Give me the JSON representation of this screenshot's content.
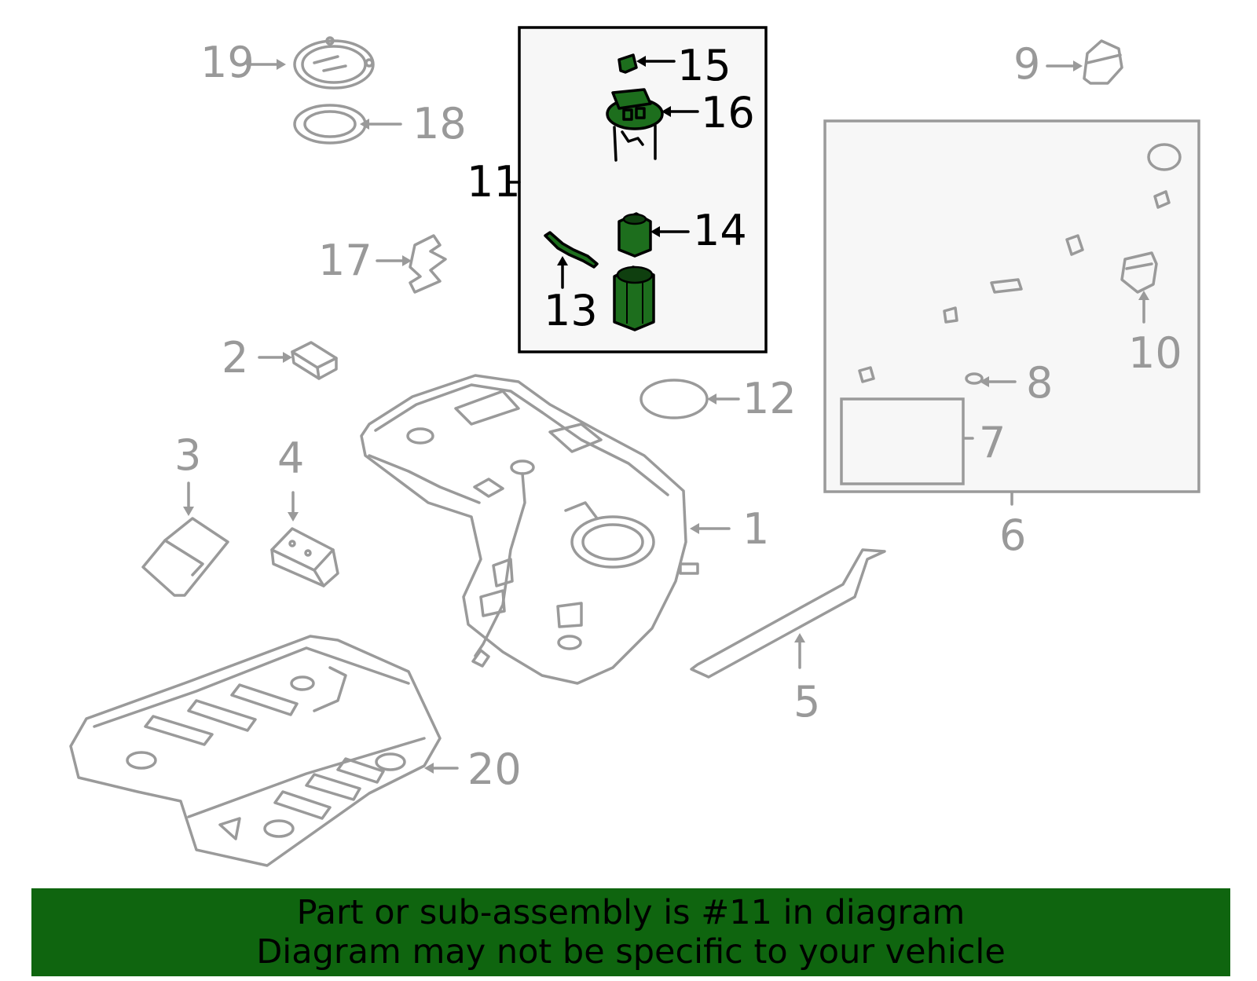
{
  "diagram": {
    "callouts": {
      "c1": "1",
      "c2": "2",
      "c3": "3",
      "c4": "4",
      "c5": "5",
      "c6": "6",
      "c7": "7",
      "c8": "8",
      "c9": "9",
      "c10": "10",
      "c11": "11",
      "c12": "12",
      "c13": "13",
      "c14": "14",
      "c15": "15",
      "c16": "16",
      "c17": "17",
      "c18": "18",
      "c19": "19",
      "c20": "20"
    },
    "highlight_color": "#1d6e1d",
    "inactive_color": "#999999"
  },
  "banner": {
    "line1": "Part or sub-assembly is #11 in diagram",
    "line2": "Diagram may not be specific to your vehicle",
    "background": "#0f650f"
  }
}
